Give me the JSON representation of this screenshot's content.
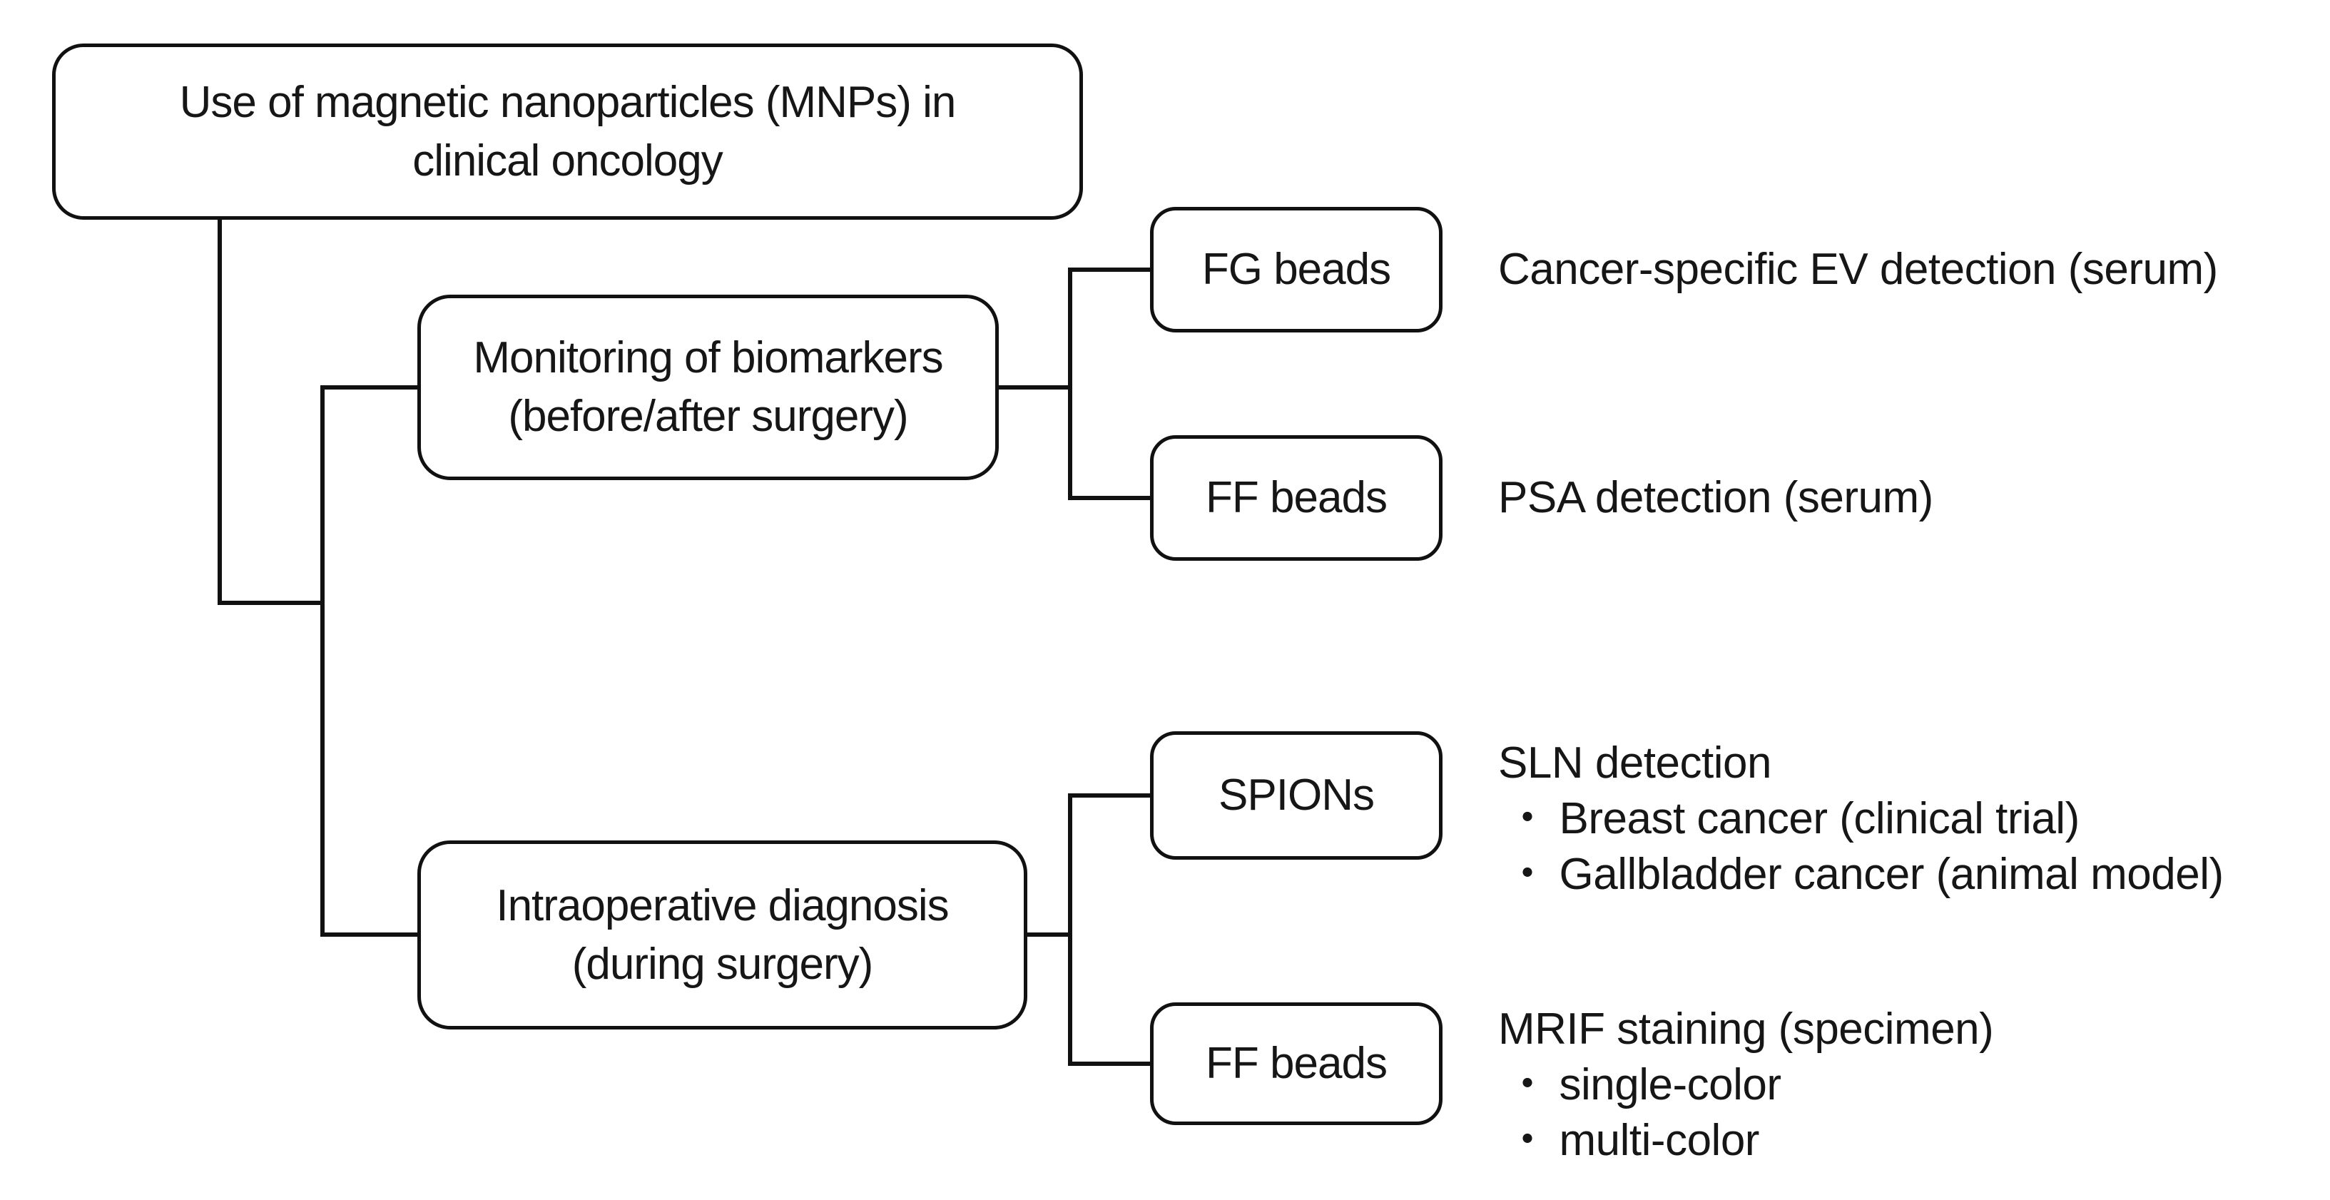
{
  "figure": {
    "background_color": "#ffffff",
    "line_color": "#111111",
    "text_color": "#161616",
    "bullet_char": "・",
    "root_box": {
      "lines": [
        "Use of magnetic nanoparticles (MNPs) in",
        "clinical oncology"
      ]
    },
    "branches": [
      {
        "category_box": {
          "lines": [
            "Monitoring of biomarkers",
            "(before/after surgery)"
          ]
        },
        "leaves": [
          {
            "box_label": "FG beads",
            "annotation": {
              "title": "Cancer-specific EV detection (serum)",
              "items": []
            }
          },
          {
            "box_label": "FF beads",
            "annotation": {
              "title": "PSA detection (serum)",
              "items": []
            }
          }
        ]
      },
      {
        "category_box": {
          "lines": [
            "Intraoperative diagnosis",
            "(during surgery)"
          ]
        },
        "leaves": [
          {
            "box_label": "SPIONs",
            "annotation": {
              "title": "SLN detection",
              "items": [
                "Breast cancer (clinical trial)",
                "Gallbladder cancer (animal model)"
              ]
            }
          },
          {
            "box_label": "FF beads",
            "annotation": {
              "title": "MRIF staining (specimen)",
              "items": [
                "single-color",
                "multi-color"
              ]
            }
          }
        ]
      }
    ]
  }
}
